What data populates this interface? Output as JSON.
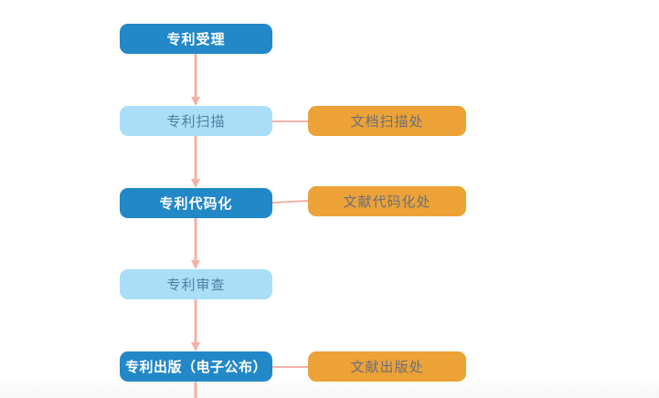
{
  "flow": {
    "steps": [
      {
        "label": "专利受理"
      },
      {
        "label": "专利扫描"
      },
      {
        "label": "专利代码化"
      },
      {
        "label": "专利审查"
      },
      {
        "label": "专利出版（电子公布）"
      }
    ],
    "side_nodes": [
      {
        "label": "文档扫描处"
      },
      {
        "label": "文献代码化处"
      },
      {
        "label": "文献出版处"
      }
    ],
    "colors": {
      "dark_step": "#2288c8",
      "light_step": "#a9def6",
      "side_node": "#eca236",
      "connector": "#f4b0a6"
    }
  }
}
